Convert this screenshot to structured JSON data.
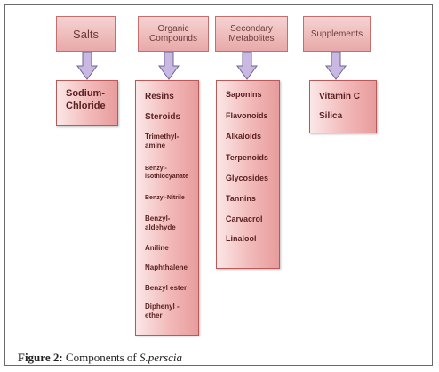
{
  "headers": [
    {
      "id": "salts",
      "label": "Salts"
    },
    {
      "id": "organic",
      "label": "Organic Compounds"
    },
    {
      "id": "secondary",
      "label": "Secondary Metabolites"
    },
    {
      "id": "supplements",
      "label": "Supplements"
    }
  ],
  "columns": {
    "salts": [
      "Sodium-Chloride"
    ],
    "organic": [
      "Resins",
      "Steroids",
      "Trimethyl-amine",
      "Benzyl-isothiocyanate",
      "Benzyl-Nitrile",
      "Benzyl-aldehyde",
      "Aniline",
      "Naphthalene",
      "Benzyl ester",
      "Diphenyl - ether"
    ],
    "secondary": [
      "Saponins",
      "Flavonoids",
      "Alkaloids",
      "Terpenoids",
      "Glycosides",
      "Tannins",
      "Carvacrol",
      "Linalool"
    ],
    "supplements": [
      "Vitamin C",
      "Silica"
    ]
  },
  "caption": {
    "label": "Figure 2:",
    "text": "Components of",
    "species": "S.perscia"
  },
  "colors": {
    "header_fill": "#e9a9a9",
    "column_fill": "#f2b8b8",
    "arrow_fill": "#c9b8e2",
    "arrow_stroke": "#6e6496",
    "text": "#5a1f1f"
  }
}
